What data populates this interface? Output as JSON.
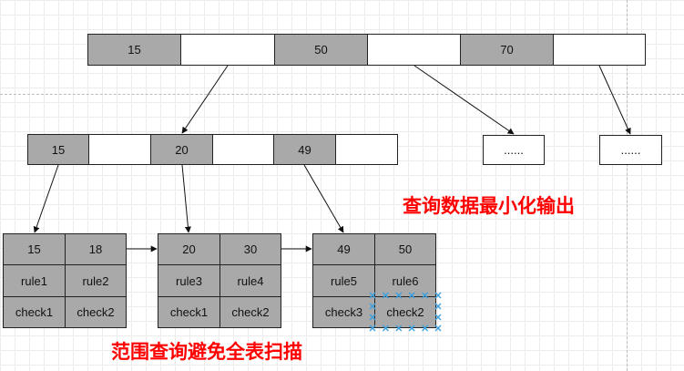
{
  "root": {
    "keys": [
      "15",
      "50",
      "70"
    ]
  },
  "level2": {
    "keys": [
      "15",
      "20",
      "49"
    ],
    "ellipsis": [
      "......",
      "......"
    ]
  },
  "leaves": [
    {
      "keys": [
        "15",
        "18"
      ],
      "rules": [
        "rule1",
        "rule2"
      ],
      "checks": [
        "check1",
        "check2"
      ]
    },
    {
      "keys": [
        "20",
        "30"
      ],
      "rules": [
        "rule3",
        "rule4"
      ],
      "checks": [
        "check1",
        "check2"
      ]
    },
    {
      "keys": [
        "49",
        "50"
      ],
      "rules": [
        "rule5",
        "rule6"
      ],
      "checks": [
        "check3",
        "check2"
      ]
    }
  ],
  "notes": {
    "minimize": "查询数据最小化输出",
    "range": "范围查询避免全表扫描"
  },
  "colors": {
    "key_fill": "#a9a9a9",
    "note_text": "#ff0000",
    "selection": "#3aa0e0"
  }
}
